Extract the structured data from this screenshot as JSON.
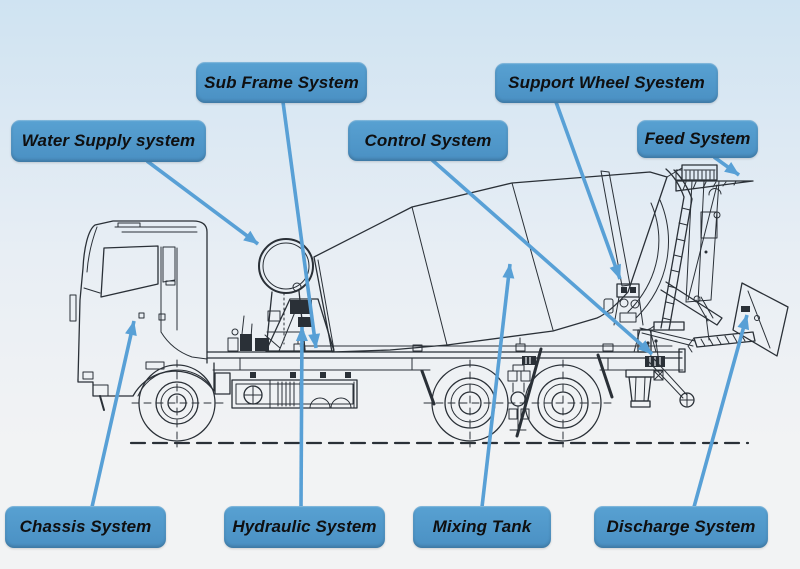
{
  "theme": {
    "colors": {
      "background_top": "#cfe3f2",
      "background_mid": "#e8eef4",
      "background_bottom": "#f2f3f4",
      "label_fill_top": "#58a1d2",
      "label_fill_bottom": "#4a90c3",
      "label_text": "#0f0f10",
      "arrow": "#58a0d6",
      "linework": "#2a3037"
    }
  },
  "labels": {
    "water_supply": {
      "text": "Water Supply system"
    },
    "sub_frame": {
      "text": "Sub Frame System"
    },
    "support_wheel": {
      "text": "Support Wheel Syestem"
    },
    "control": {
      "text": "Control System"
    },
    "feed": {
      "text": "Feed System"
    },
    "chassis": {
      "text": "Chassis System"
    },
    "hydraulic": {
      "text": "Hydraulic System"
    },
    "mixing_tank": {
      "text": "Mixing Tank"
    },
    "discharge": {
      "text": "Discharge System"
    }
  }
}
